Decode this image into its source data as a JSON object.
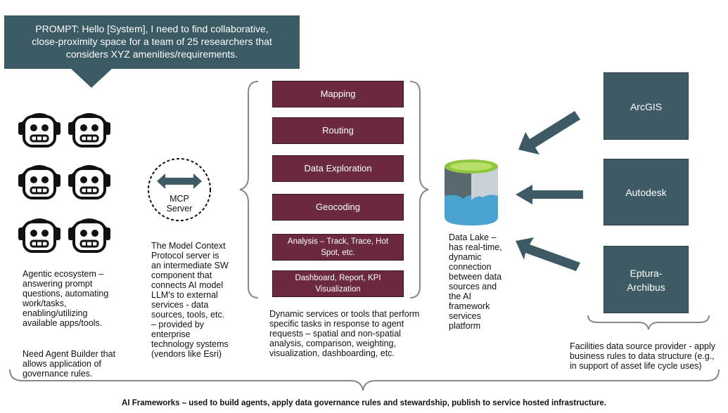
{
  "prompt": {
    "lines": [
      "PROMPT: Hello [System], I need to find collaborative,",
      "close-proximity space for a team of 25 researchers that",
      "considers XYZ amenities/requirements."
    ]
  },
  "agents": {
    "description": [
      "Agentic ecosystem –",
      "answering prompt",
      "questions, automating",
      "work/tasks,",
      "enabling/utilizing",
      "available apps/tools."
    ],
    "builder_note": [
      "Need Agent Builder that",
      "allows application of",
      "governance rules."
    ]
  },
  "mcp": {
    "label_line1": "MCP",
    "label_line2": "Server",
    "description": [
      "The Model Context",
      "Protocol server is",
      "an intermediate SW",
      "component that",
      "connects AI model",
      "LLM's to external",
      "services - data",
      "sources, tools, etc.",
      "– provided by",
      "enterprise",
      "technology systems",
      "(vendors like Esri)"
    ]
  },
  "services": {
    "items": [
      {
        "label": "Mapping"
      },
      {
        "label": "Routing"
      },
      {
        "label": "Data Exploration"
      },
      {
        "label": "Geocoding"
      },
      {
        "label": "Analysis – Track, Trace, Hot Spot, etc."
      },
      {
        "label": "Dashboard, Report, KPI Visualization"
      }
    ],
    "description": [
      "Dynamic services or tools that perform",
      "specific tasks in response to agent",
      "requests – spatial and non-spatial",
      "analysis, comparison, weighting,",
      "visualization, dashboarding, etc."
    ]
  },
  "data_lake": {
    "description": [
      "Data Lake –",
      "has real-time,",
      "dynamic",
      "connection",
      "between data",
      "sources and",
      "the AI",
      "framework",
      "services",
      "platform"
    ]
  },
  "sources": {
    "items": [
      {
        "label": "ArcGIS"
      },
      {
        "label": "Autodesk"
      },
      {
        "label": "Eptura-Archibus"
      }
    ],
    "description": [
      "Facilities data source provider - apply",
      "business rules to data structure (e.g.,",
      "in support of asset life cycle uses)"
    ]
  },
  "footer": {
    "text": "AI Frameworks – used to build agents, apply data governance rules and stewardship, publish to service hosted infrastructure."
  },
  "colors": {
    "bubble": "#3a5a64",
    "service_box": "#6b2a3d",
    "source_box": "#3e5b65",
    "arrow": "#3e5b65"
  }
}
